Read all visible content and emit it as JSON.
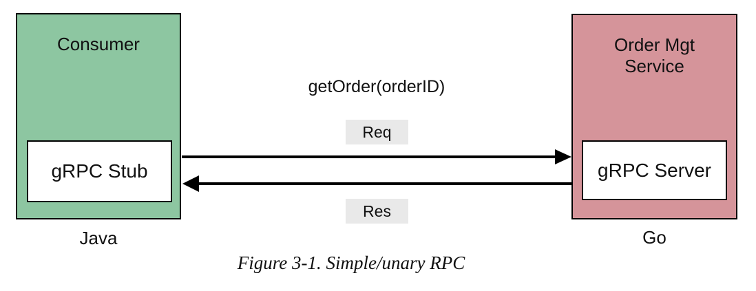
{
  "figure": {
    "caption": "Figure 3-1. Simple/unary RPC",
    "method_call": "getOrder(orderID)",
    "request_badge": "Req",
    "response_badge": "Res",
    "consumer": {
      "title": "Consumer",
      "component": "gRPC Stub",
      "language": "Java"
    },
    "service": {
      "title": "Order Mgt Service",
      "component": "gRPC Server",
      "language": "Go"
    },
    "colors": {
      "consumer_fill": "#8dc6a1",
      "service_fill": "#d5949a",
      "badge_background": "#e9e9e9",
      "arrow": "#000000"
    }
  }
}
